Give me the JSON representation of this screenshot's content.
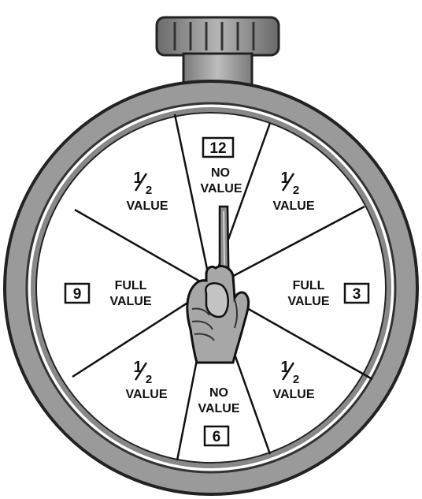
{
  "hour_marks": {
    "twelve": "12",
    "three": "3",
    "six": "6",
    "nine": "9"
  },
  "sectors": {
    "top": {
      "line1": "NO",
      "line2": "VALUE"
    },
    "top_right": {
      "fraction_num": "1",
      "fraction_den": "2",
      "line2": "VALUE"
    },
    "right": {
      "line1": "FULL",
      "line2": "VALUE"
    },
    "bottom_right": {
      "fraction_num": "1",
      "fraction_den": "2",
      "line2": "VALUE"
    },
    "bottom": {
      "line1": "NO",
      "line2": "VALUE"
    },
    "bottom_left": {
      "fraction_num": "1",
      "fraction_den": "2",
      "line2": "VALUE"
    },
    "left": {
      "line1": "FULL",
      "line2": "VALUE"
    },
    "top_left": {
      "fraction_num": "1",
      "fraction_den": "2",
      "line2": "VALUE"
    }
  },
  "colors": {
    "case": "#9a9a9a",
    "case_dark": "#5a5a5a",
    "dial": "#ffffff",
    "ink": "#111111"
  }
}
